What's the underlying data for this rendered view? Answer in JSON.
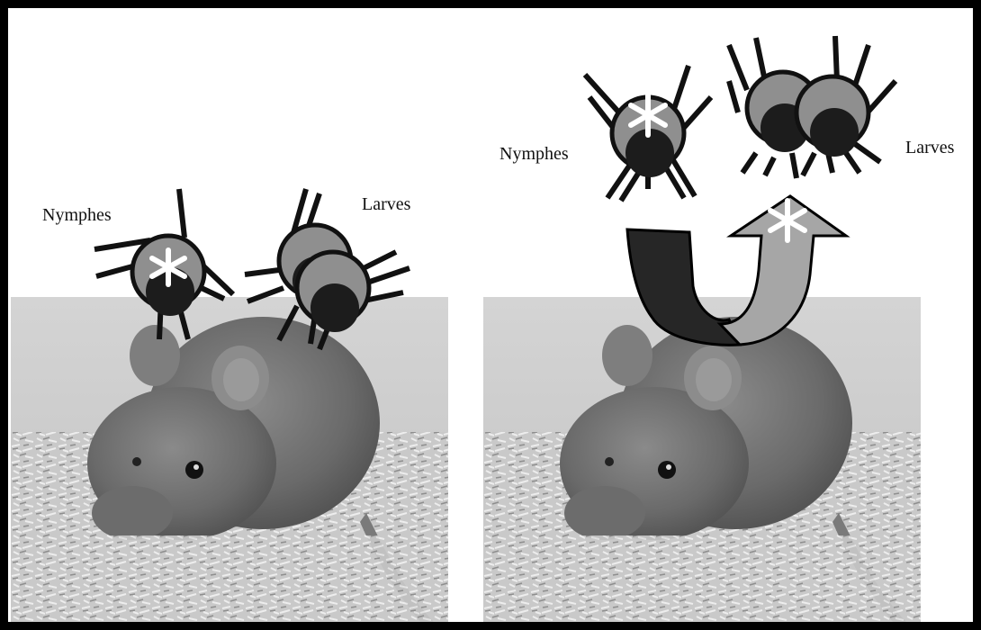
{
  "figure": {
    "left_panel": {
      "label_nymphs": "Nymphes",
      "label_larvae": "Larves"
    },
    "right_panel": {
      "label_nymphs": "Nymphes",
      "label_larvae": "Larves"
    }
  },
  "colors": {
    "frame": "#000000",
    "tick_body_dark": "#1c1c1c",
    "tick_body_gray": "#8f8f8f",
    "arrow_dark": "#262626",
    "arrow_light": "#a6a6a6",
    "photo_background": "#cfcfcf",
    "infection_marker": "#ffffff"
  },
  "icons": {
    "infection_marker": "asterisk-icon",
    "tick": "tick-icon",
    "transmission_arrow": "u-turn-arrow-icon",
    "host": "mouse-photo"
  }
}
